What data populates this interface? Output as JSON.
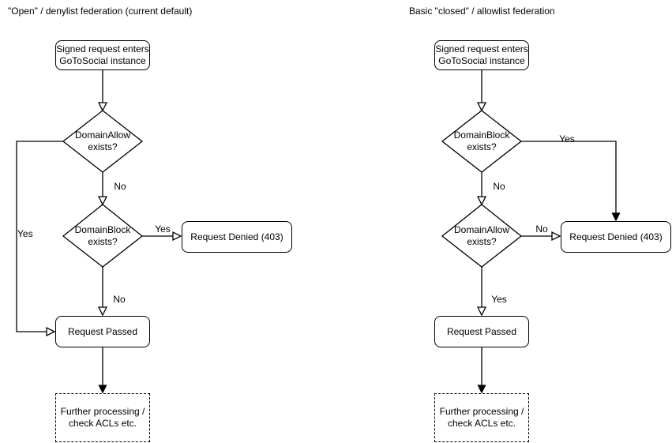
{
  "colors": {
    "stroke": "#000000",
    "text": "#000000",
    "node_fill": "#ffffff",
    "background": "#ffffff"
  },
  "left": {
    "title": "\"Open\" / denylist federation (current default)",
    "nodes": {
      "start": "Signed request enters\nGoToSocial instance",
      "decision1": "DomainAllow\nexists?",
      "decision2": "DomainBlock\nexists?",
      "denied": "Request Denied (403)",
      "passed": "Request Passed",
      "further": "Further processing /\ncheck ACLs etc."
    },
    "edges": {
      "decision1_yes": "Yes",
      "decision1_no": "No",
      "decision2_yes": "Yes",
      "decision2_no": "No"
    }
  },
  "right": {
    "title": "Basic \"closed\" / allowlist federation",
    "nodes": {
      "start": "Signed request enters\nGoToSocial instance",
      "decision1": "DomainBlock\nexists?",
      "decision2": "DomainAllow\nexists?",
      "denied": "Request Denied (403)",
      "passed": "Request Passed",
      "further": "Further processing /\ncheck ACLs etc."
    },
    "edges": {
      "decision1_yes": "Yes",
      "decision1_no": "No",
      "decision2_no": "No",
      "decision2_yes": "Yes"
    }
  }
}
